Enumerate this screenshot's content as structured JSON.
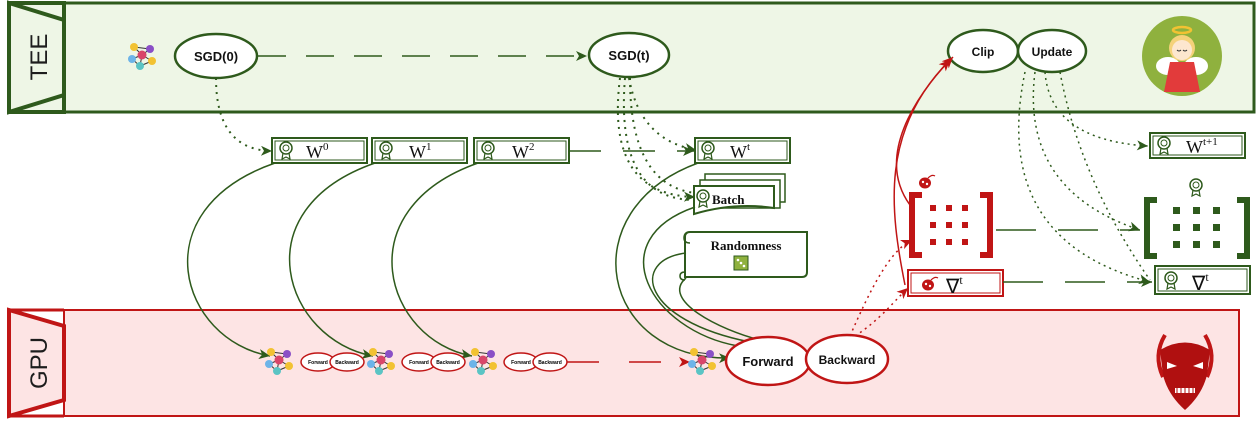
{
  "zones": {
    "tee": {
      "label": "TEE",
      "color": "#2e5a1c",
      "fill": "#eef6e6"
    },
    "gpu": {
      "label": "GPU",
      "color": "#c01515",
      "fill": "#fde4e4"
    }
  },
  "tee_nodes": {
    "sgd0": "SGD(0)",
    "sgdt": "SGD(t)",
    "clip": "Clip",
    "update": "Update"
  },
  "weights": {
    "w0": {
      "base": "W",
      "sup": "0"
    },
    "w1": {
      "base": "W",
      "sup": "1"
    },
    "w2": {
      "base": "W",
      "sup": "2"
    },
    "wt": {
      "base": "W",
      "sup": "t"
    },
    "wt1": {
      "base": "W",
      "sup": "t+1"
    }
  },
  "inputs": {
    "batch": "Batch",
    "randomness": "Randomness"
  },
  "gradients": {
    "grad_red": {
      "base": "∇",
      "sup": "t"
    },
    "grad_green": {
      "base": "∇",
      "sup": "t"
    }
  },
  "gpu_steps": [
    {
      "forward": "Forward",
      "backward": "Backward"
    },
    {
      "forward": "Forward",
      "backward": "Backward"
    },
    {
      "forward": "Forward",
      "backward": "Backward"
    }
  ],
  "gpu_main": {
    "forward": "Forward",
    "backward": "Backward"
  },
  "icons": {
    "angel": "angel-icon",
    "devil": "devil-mask-icon",
    "network": "neural-network-icon",
    "seal": "certificate-seal-icon",
    "bug": "ladybug-icon",
    "dice": "dice-icon"
  }
}
